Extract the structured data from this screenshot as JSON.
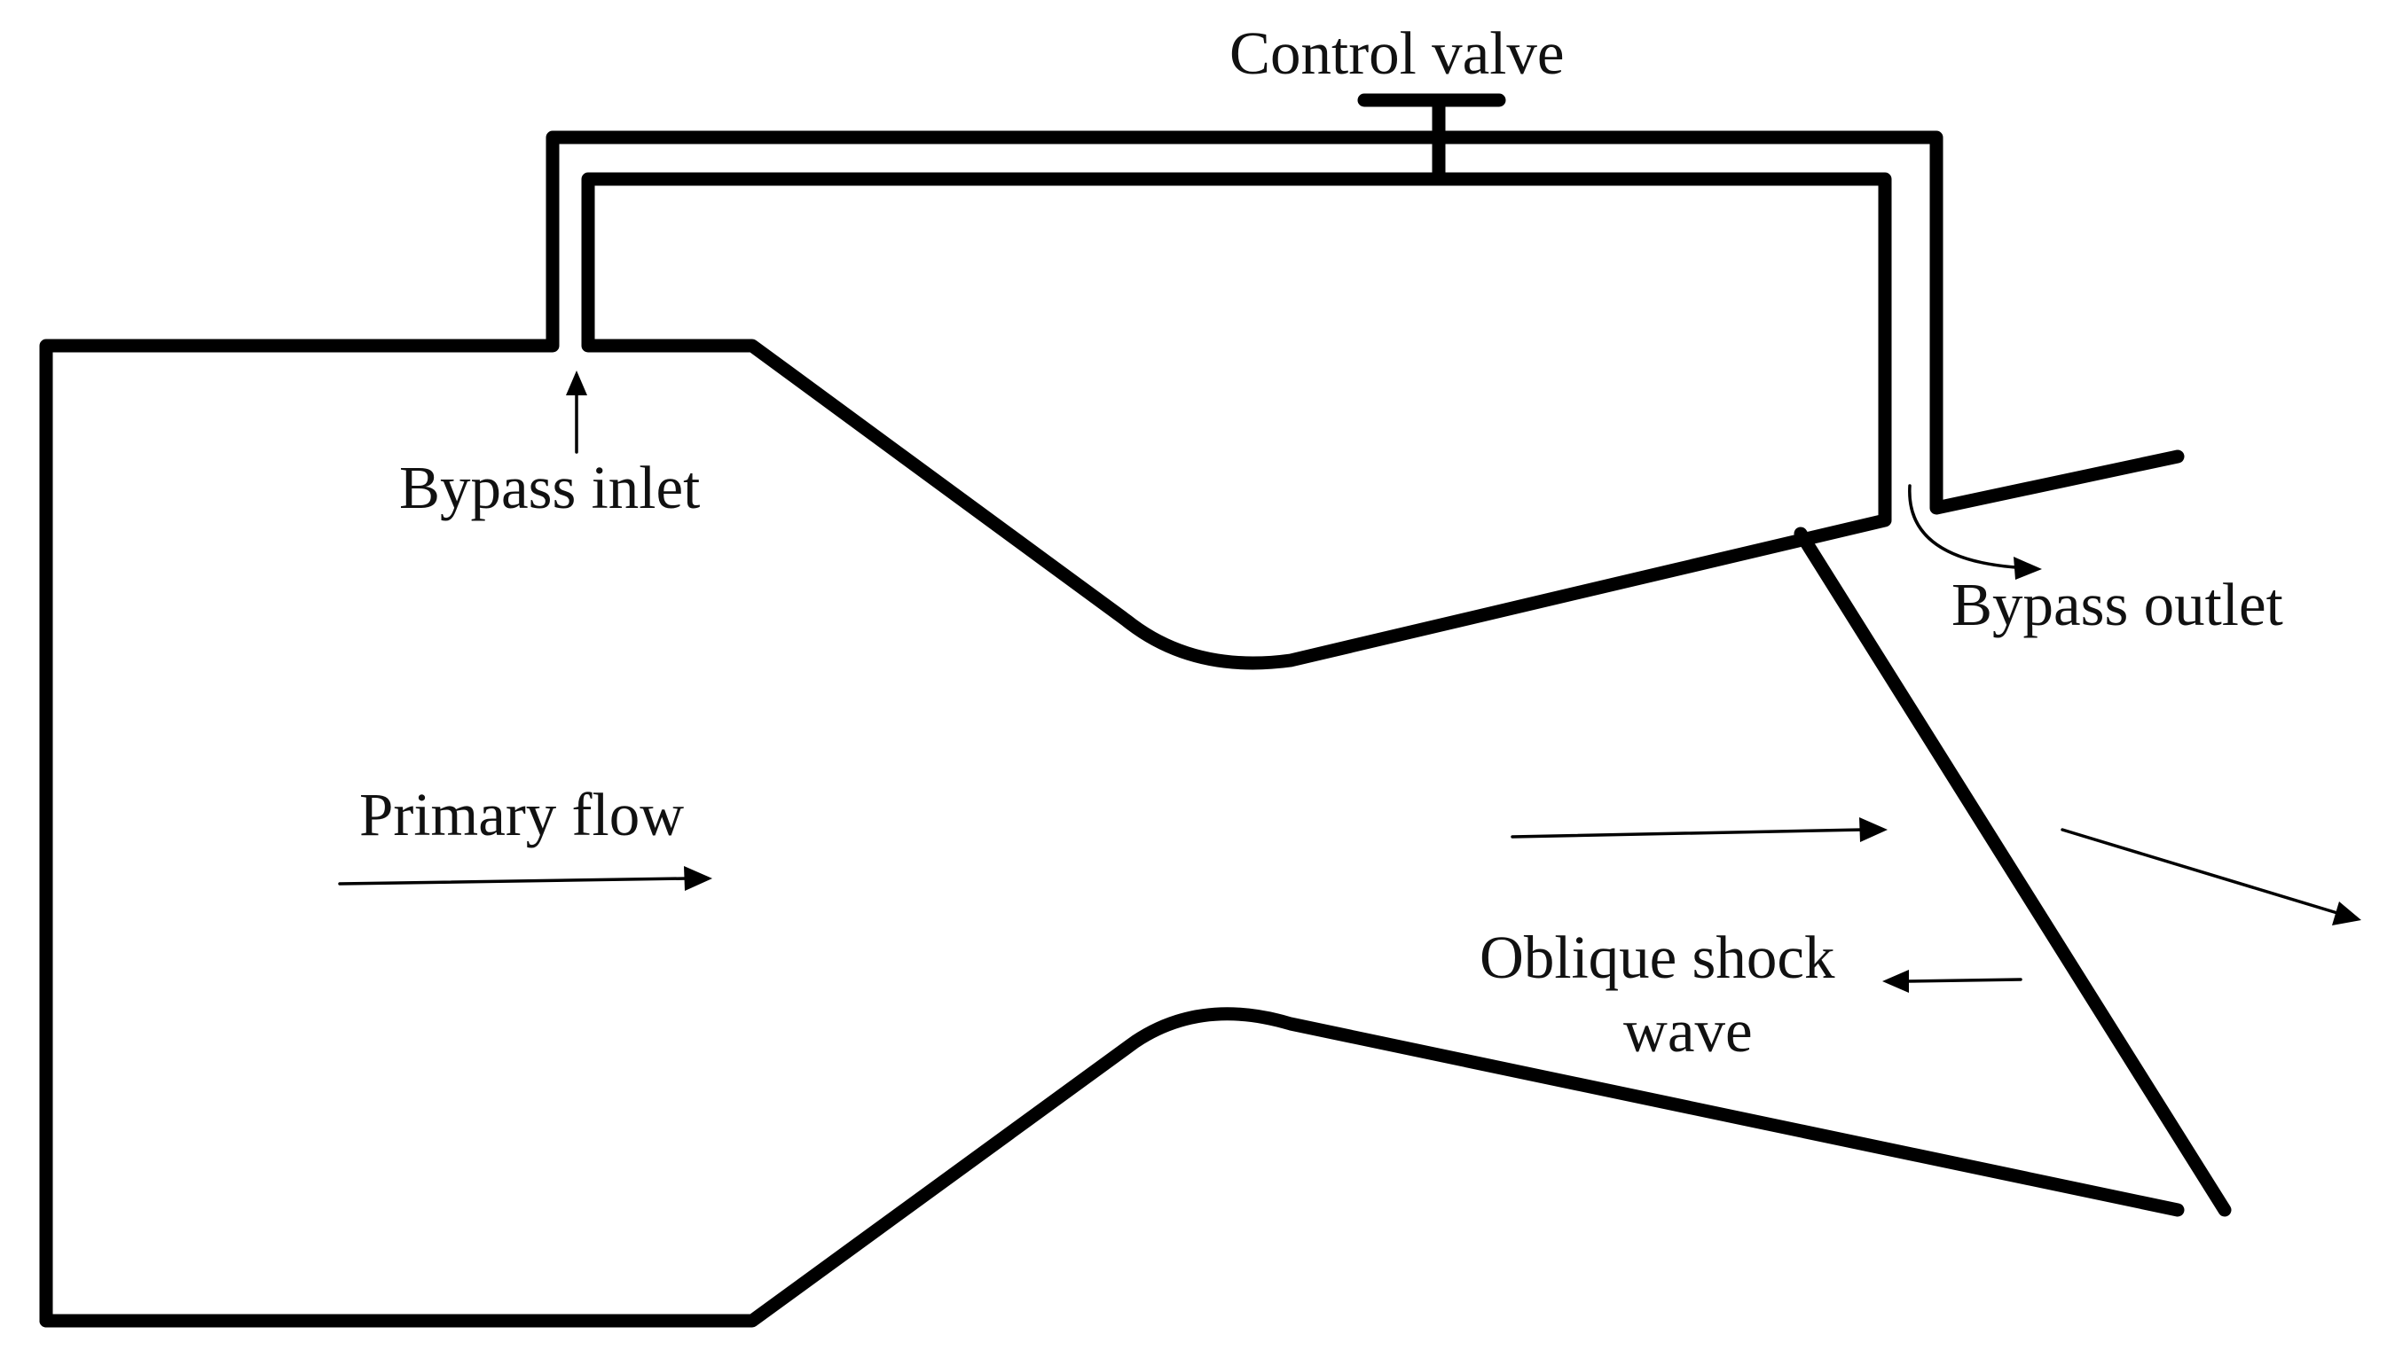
{
  "colors": {
    "background": "#ffffff",
    "line": "#000000",
    "text": "#111111"
  },
  "labels": {
    "control_valve": "Control valve",
    "bypass_inlet": "Bypass inlet",
    "bypass_outlet": "Bypass outlet",
    "primary_flow": "Primary flow",
    "oblique_shock_line1": "Oblique shock",
    "oblique_shock_line2": "wave"
  }
}
